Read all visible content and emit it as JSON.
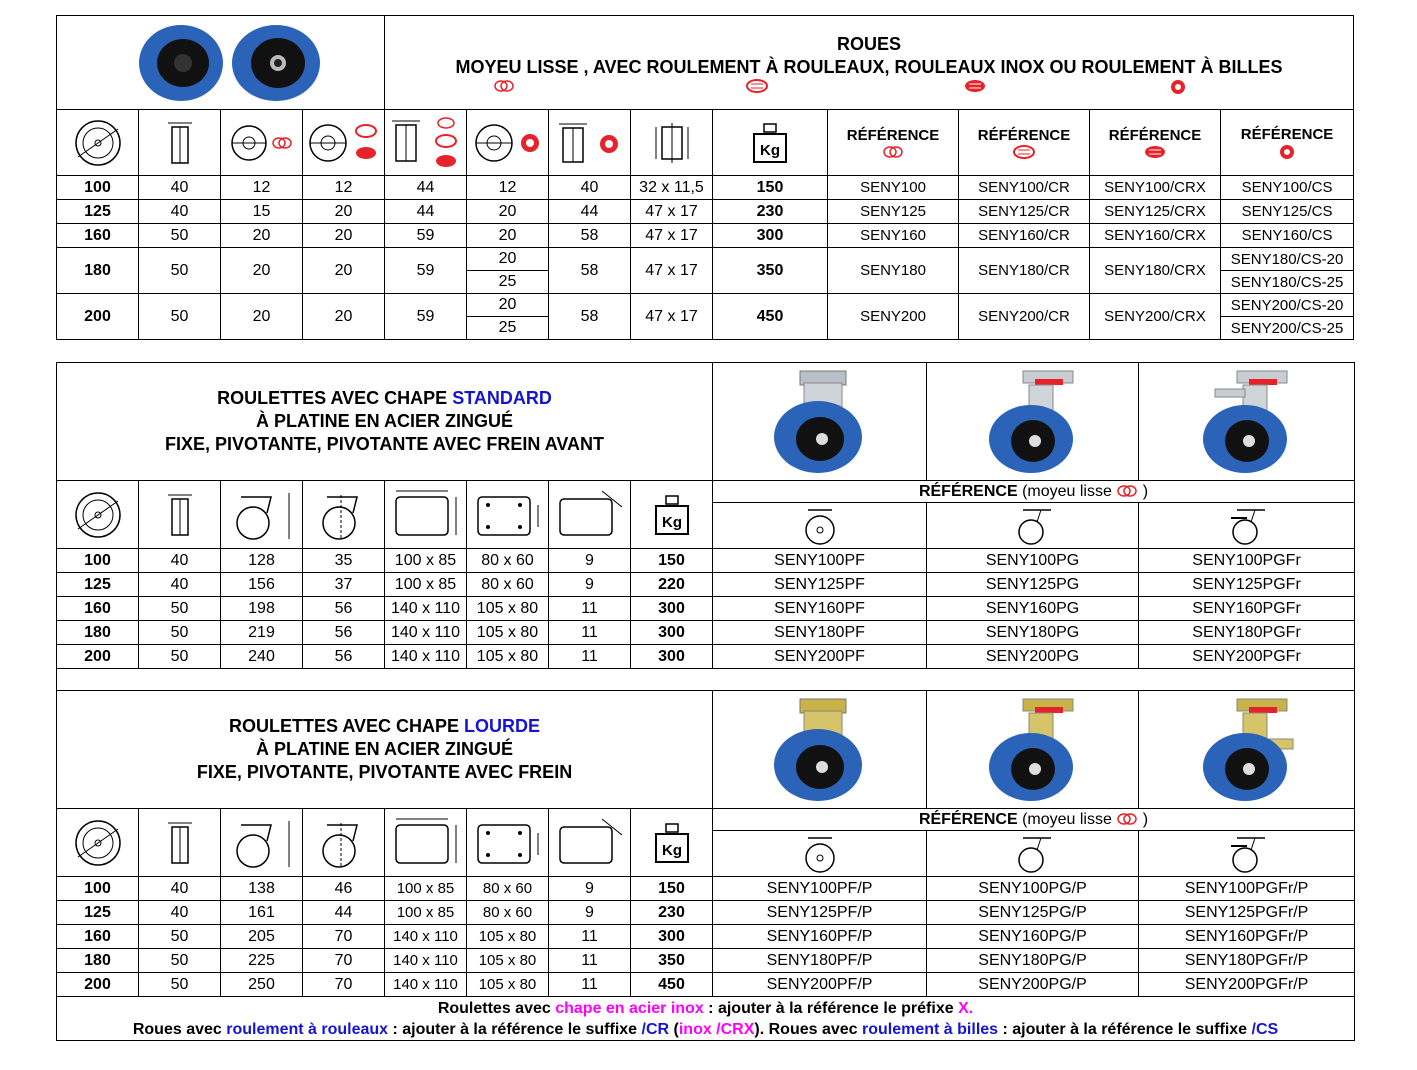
{
  "t1": {
    "title_line1": "ROUES",
    "title_line2": "MOYEU LISSE , AVEC ROULEMENT À ROULEAUX, ROULEAUX INOX  OU ROULEMENT À BILLES",
    "ref_label": "RÉFÉRENCE",
    "rows": [
      {
        "d": "100",
        "w": "40",
        "a": "12",
        "b": "12",
        "c": "44",
        "e": "12",
        "f": "40",
        "g": "32 x 11,5",
        "kg": "150",
        "r1": "SENY100",
        "r2": "SENY100/CR",
        "r3": "SENY100/CRX",
        "r4": "SENY100/CS"
      },
      {
        "d": "125",
        "w": "40",
        "a": "15",
        "b": "20",
        "c": "44",
        "e": "20",
        "f": "44",
        "g": "47 x 17",
        "kg": "230",
        "r1": "SENY125",
        "r2": "SENY125/CR",
        "r3": "SENY125/CRX",
        "r4": "SENY125/CS"
      },
      {
        "d": "160",
        "w": "50",
        "a": "20",
        "b": "20",
        "c": "59",
        "e": "20",
        "f": "58",
        "g": "47 x 17",
        "kg": "300",
        "r1": "SENY160",
        "r2": "SENY160/CR",
        "r3": "SENY160/CRX",
        "r4": "SENY160/CS"
      }
    ],
    "row180": {
      "d": "180",
      "w": "50",
      "a": "20",
      "b": "20",
      "c": "59",
      "e1": "20",
      "e2": "25",
      "f": "58",
      "g": "47 x 17",
      "kg": "350",
      "r1": "SENY180",
      "r2": "SENY180/CR",
      "r3": "SENY180/CRX",
      "r4a": "SENY180/CS-20",
      "r4b": "SENY180/CS-25"
    },
    "row200": {
      "d": "200",
      "w": "50",
      "a": "20",
      "b": "20",
      "c": "59",
      "e1": "20",
      "e2": "25",
      "f": "58",
      "g": "47 x 17",
      "kg": "450",
      "r1": "SENY200",
      "r2": "SENY200/CR",
      "r3": "SENY200/CRX",
      "r4a": "SENY200/CS-20",
      "r4b": "SENY200/CS-25"
    }
  },
  "t2": {
    "title_a": "ROULETTES AVEC CHAPE ",
    "title_a_blue": "STANDARD",
    "title_b": "À PLATINE EN ACIER ZINGUÉ",
    "title_c": "FIXE, PIVOTANTE, PIVOTANTE AVEC FREIN AVANT",
    "ref_label": "RÉFÉRENCE",
    "ref_note": " (moyeu lisse ",
    "ref_close": " )",
    "rows": [
      {
        "d": "100",
        "w": "40",
        "h": "128",
        "o": "35",
        "p": "100 x 85",
        "q": "80 x 60",
        "s": "9",
        "kg": "150",
        "pf": "SENY100PF",
        "pg": "SENY100PG",
        "pgfr": "SENY100PGFr"
      },
      {
        "d": "125",
        "w": "40",
        "h": "156",
        "o": "37",
        "p": "100 x 85",
        "q": "80 x 60",
        "s": "9",
        "kg": "220",
        "pf": "SENY125PF",
        "pg": "SENY125PG",
        "pgfr": "SENY125PGFr"
      },
      {
        "d": "160",
        "w": "50",
        "h": "198",
        "o": "56",
        "p": "140 x 110",
        "q": "105 x 80",
        "s": "11",
        "kg": "300",
        "pf": "SENY160PF",
        "pg": "SENY160PG",
        "pgfr": "SENY160PGFr"
      },
      {
        "d": "180",
        "w": "50",
        "h": "219",
        "o": "56",
        "p": "140 x 110",
        "q": "105 x 80",
        "s": "11",
        "kg": "300",
        "pf": "SENY180PF",
        "pg": "SENY180PG",
        "pgfr": "SENY180PGFr"
      },
      {
        "d": "200",
        "w": "50",
        "h": "240",
        "o": "56",
        "p": "140 x 110",
        "q": "105 x 80",
        "s": "11",
        "kg": "300",
        "pf": "SENY200PF",
        "pg": "SENY200PG",
        "pgfr": "SENY200PGFr"
      }
    ]
  },
  "t3": {
    "title_a": "ROULETTES AVEC CHAPE ",
    "title_a_blue": "LOURDE",
    "title_b": "À PLATINE EN ACIER ZINGUÉ",
    "title_c": "FIXE, PIVOTANTE, PIVOTANTE AVEC FREIN",
    "ref_label": "RÉFÉRENCE",
    "ref_note": " (moyeu lisse ",
    "ref_close": " )",
    "rows": [
      {
        "d": "100",
        "w": "40",
        "h": "138",
        "o": "46",
        "p": "100 x 85",
        "q": "80 x 60",
        "s": "9",
        "kg": "150",
        "pf": "SENY100PF/P",
        "pg": "SENY100PG/P",
        "pgfr": "SENY100PGFr/P"
      },
      {
        "d": "125",
        "w": "40",
        "h": "161",
        "o": "44",
        "p": "100 x 85",
        "q": "80 x 60",
        "s": "9",
        "kg": "230",
        "pf": "SENY125PF/P",
        "pg": "SENY125PG/P",
        "pgfr": "SENY125PGFr/P"
      },
      {
        "d": "160",
        "w": "50",
        "h": "205",
        "o": "70",
        "p": "140 x 110",
        "q": "105 x 80",
        "s": "11",
        "kg": "300",
        "pf": "SENY160PF/P",
        "pg": "SENY160PG/P",
        "pgfr": "SENY160PGFr/P"
      },
      {
        "d": "180",
        "w": "50",
        "h": "225",
        "o": "70",
        "p": "140 x 110",
        "q": "105 x 80",
        "s": "11",
        "kg": "350",
        "pf": "SENY180PF/P",
        "pg": "SENY180PG/P",
        "pgfr": "SENY180PGFr/P"
      },
      {
        "d": "200",
        "w": "50",
        "h": "250",
        "o": "70",
        "p": "140 x 110",
        "q": "105 x 80",
        "s": "11",
        "kg": "450",
        "pf": "SENY200PF/P",
        "pg": "SENY200PG/P",
        "pgfr": "SENY200PGFr/P"
      }
    ]
  },
  "kg_label": "Kg",
  "footer": {
    "l1_a": "Roulettes avec ",
    "l1_b": "chape en acier inox",
    "l1_c": " : ajouter à la référence le préfixe ",
    "l1_d": "X.",
    "l2_a": "Roues avec ",
    "l2_b": "roulement à rouleaux",
    "l2_c": " : ajouter à la référence le suffixe ",
    "l2_d": "/CR",
    "l2_e": " (",
    "l2_f": "inox /CRX",
    "l2_g": ").  Roues avec ",
    "l2_h": "roulement à billes",
    "l2_i": " : ajouter à la référence le suffixe ",
    "l2_j": "/CS"
  },
  "icons": [
    "wheel-diameter-icon",
    "wheel-width-icon",
    "bore-icon",
    "roller-bearing-icon",
    "hub-length-icon",
    "ball-bearing-icon",
    "weight-kg-icon",
    "plate-icon",
    "castor-fixed-icon",
    "castor-swivel-icon",
    "castor-brake-icon"
  ],
  "colors": {
    "blue": "#1414d2",
    "magenta": "#ff00ff",
    "red": "#e8222a",
    "wheel_blue": "#2a63b8"
  }
}
